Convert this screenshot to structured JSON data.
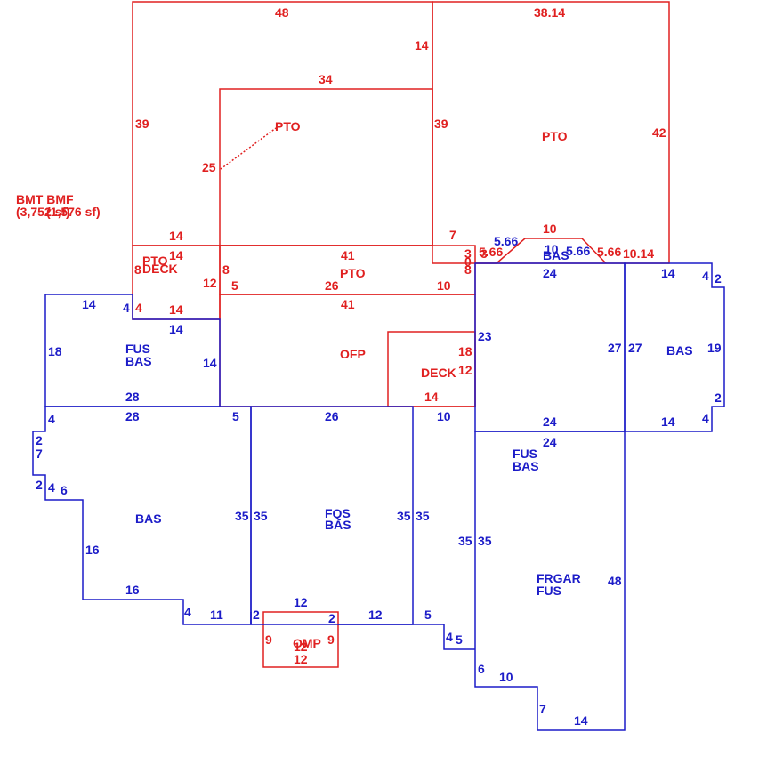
{
  "colors": {
    "red": "#e02020",
    "blue": "#1c1cc8"
  },
  "red_labels": {
    "bmt": "BMT BMF",
    "area1": "(3,752 sf)",
    "area2": "(1,576 sf)",
    "r48": "48",
    "r3814": "38.14",
    "r14top": "14",
    "r34": "34",
    "r39a": "39",
    "r39b": "39",
    "r42": "42",
    "r25": "25",
    "pto1": "PTO",
    "pto2": "PTO",
    "pto3": "PTO",
    "pto4": "PTO",
    "r14a": "14",
    "r7": "7",
    "r10top": "10",
    "r566a": "5.66",
    "r566b": "5.66",
    "r1014": "10.14",
    "r14b": "14",
    "deck1": "DECK",
    "r8a": "8",
    "r8b": "8",
    "r12a": "12",
    "r41a": "41",
    "r3": "3",
    "r0": "0",
    "r3b": "3",
    "r8c": "8",
    "r4": "4",
    "r14c": "14",
    "r5": "5",
    "r26": "26",
    "r10": "10",
    "r41b": "41",
    "ofp": "OFP",
    "r18": "18",
    "deck2": "DECK",
    "r12b": "12",
    "r14d": "14",
    "r12c": "12",
    "omp": "OMP",
    "r9a": "9",
    "r9b": "9",
    "r12d": "12"
  },
  "blue_labels": {
    "b566a": "5.66",
    "b10": "10",
    "bas_small": "BAS",
    "b566b": "5.66",
    "b24a": "24",
    "b14a": "14",
    "b4a": "4",
    "b2a": "2",
    "b27a": "27",
    "b27b": "27",
    "bas_right": "BAS",
    "b19": "19",
    "b2b": "2",
    "b4b": "4",
    "b14b": "14",
    "b23": "23",
    "b24b": "24",
    "b24c": "24",
    "fus1": "FUS",
    "bas1": "BAS",
    "b14c": "14",
    "b4c": "4",
    "b14d": "14",
    "b18": "18",
    "fus2": "FUS",
    "bas2": "BAS",
    "b14e": "14",
    "b28a": "28",
    "b28b": "28",
    "b4d": "4",
    "b5": "5",
    "b26": "26",
    "b2c": "2",
    "b7": "7",
    "b2d": "2",
    "b4e": "4",
    "b6": "6",
    "bas3": "BAS",
    "b16a": "16",
    "b16b": "16",
    "b35a": "35",
    "b35b": "35",
    "fqs": "FQS",
    "bas4": "BAS",
    "b35c": "35",
    "b35d": "35",
    "b35e": "35",
    "b35f": "35",
    "frgar": "FRGAR",
    "fus3": "FUS",
    "b48": "48",
    "b12a": "12",
    "b2e": "2",
    "b2f": "2",
    "b12b": "12",
    "b4f": "4",
    "b11": "11",
    "b5b": "5",
    "b4g": "4",
    "b5c": "5",
    "b6b": "6",
    "b10b": "10",
    "b7b": "7",
    "b14f": "14"
  }
}
